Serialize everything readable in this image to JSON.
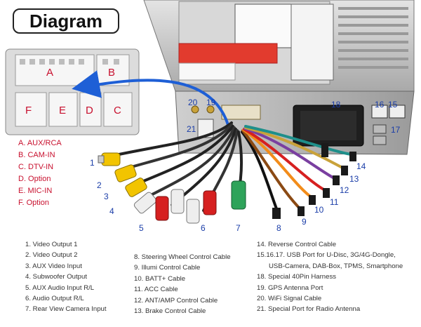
{
  "title": "Diagram",
  "connector_letters": [
    "A",
    "B",
    "F",
    "E",
    "D",
    "C"
  ],
  "legend": [
    "A. AUX/RCA",
    "B. CAM-IN",
    "C. DTV-IN",
    "D. Option",
    "E. MIC-IN",
    "F. Option"
  ],
  "port_numbers": [
    "20",
    "19",
    "18",
    "16",
    "15",
    "21",
    "17"
  ],
  "cable_numbers": [
    "1",
    "2",
    "3",
    "4",
    "5",
    "6",
    "7",
    "8",
    "9",
    "10",
    "11",
    "12",
    "13",
    "14"
  ],
  "list_col1": [
    "1. Video Output 1",
    "2. Video Output 2",
    "3. AUX Video Input",
    "4. Subwoofer Output",
    "5. AUX Audio Input R/L",
    "6. Audio Output R/L",
    "7. Rear View Camera Input"
  ],
  "list_col2": [
    "8. Steering Wheel Control Cable",
    "9. Illumi Control Cable",
    "10. BATT+ Cable",
    "11. ACC Cable",
    "12. ANT/AMP Control Cable",
    "13. Brake Control Cable"
  ],
  "list_col3": [
    "14. Reverse Control Cable",
    "15.16.17. USB Port for U-Disc, 3G/4G-Dongle,",
    "USB-Camera, DAB-Box, TPMS, Smartphone",
    "18. Special 40Pin Harness",
    "19. GPS Antenna Port",
    "20. WiFi Signal Cable",
    "21. Special Port for Radio Antenna"
  ],
  "colors": {
    "legend_red": "#c8102e",
    "number_blue": "#1a3da8",
    "arrow_blue": "#1e5fd6",
    "rca_yellow": "#f2c400",
    "rca_red": "#d62020",
    "rca_white": "#f0f0f0",
    "rca_green": "#2ea35a"
  }
}
